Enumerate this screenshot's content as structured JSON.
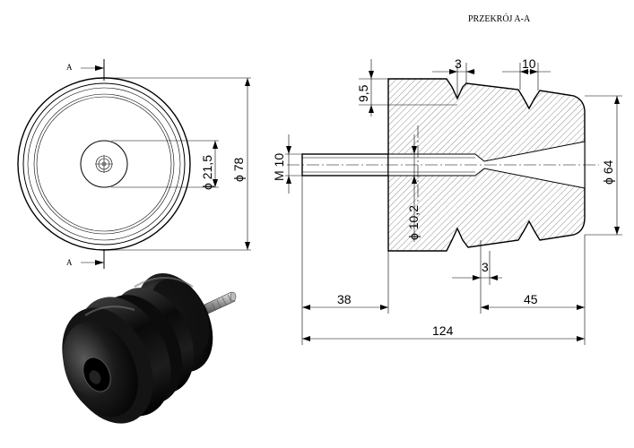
{
  "section_title": "PRZEKRÓJ A-A",
  "section_marks": [
    "A",
    "A"
  ],
  "front_view": {
    "dia_inner": "ϕ 21,5",
    "dia_outer": "ϕ 78"
  },
  "section_view": {
    "groove_width_top": "3",
    "groove_spacing_top": "10",
    "groove_depth": "9,5",
    "thread": "M 10",
    "hole_dia": "ϕ 10,2",
    "body_dia": "ϕ 64",
    "groove_width_bottom": "3",
    "stud_length": "38",
    "right_length": "45",
    "overall_length": "124"
  }
}
